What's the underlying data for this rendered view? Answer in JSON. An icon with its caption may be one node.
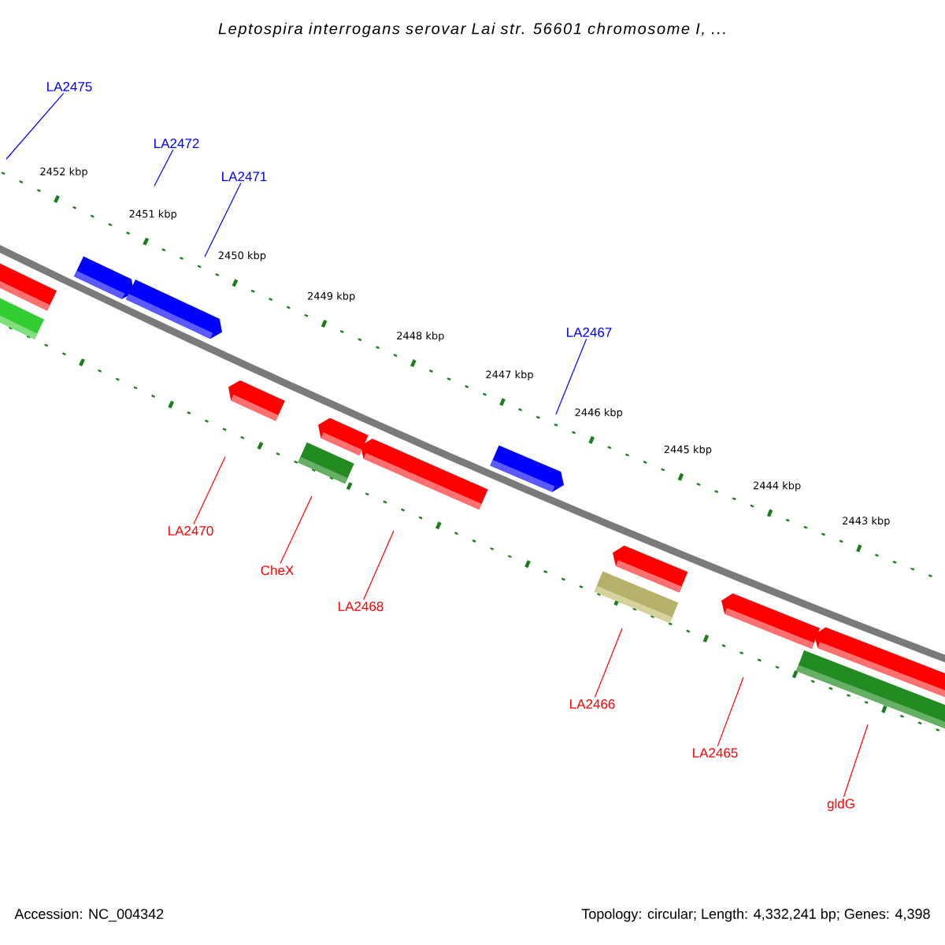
{
  "diagram": {
    "title": "Leptospira interrogans serovar Lai str. 56601 chromosome I, ...",
    "nodes": [
      {
        "text": [
          "LA2475"
        ]
      },
      {
        "text": [
          "LA2472"
        ]
      },
      {
        "text": [
          "LA2471"
        ]
      },
      {
        "text": [
          "LA2467"
        ]
      },
      {
        "text": [
          "LA2470"
        ]
      },
      {
        "text": [
          "CheX"
        ]
      },
      {
        "text": [
          "LA2468"
        ]
      },
      {
        "text": [
          "LA2466"
        ]
      },
      {
        "text": [
          "LA2465"
        ]
      },
      {
        "text": [
          "gldG"
        ]
      }
    ],
    "edges": [
      {
        "from": 0,
        "to": null,
        "arrow": "none",
        "color": "#0000ff"
      },
      {
        "from": 1,
        "to": null,
        "arrow": "none",
        "color": "#0000ff"
      },
      {
        "from": 2,
        "to": null,
        "arrow": "none",
        "color": "#0000ff"
      },
      {
        "from": 3,
        "to": null,
        "arrow": "none",
        "color": "#0000ff"
      },
      {
        "from": 4,
        "to": null,
        "arrow": "none"
      },
      {
        "from": 5,
        "to": null,
        "arrow": "none"
      },
      {
        "from": 6,
        "to": null,
        "arrow": "none"
      },
      {
        "from": 7,
        "to": null,
        "arrow": "none"
      },
      {
        "from": 8,
        "to": null,
        "arrow": "none"
      },
      {
        "from": 9,
        "to": null,
        "arrow": "none"
      }
    ],
    "labels": [
      "2452 kbp",
      "2451 kbp",
      "2450 kbp",
      "2449 kbp",
      "2448 kbp",
      "2447 kbp",
      "2446 kbp",
      "2445 kbp",
      "2444 kbp",
      "2443 kbp",
      "Accession: NC_004342",
      "Topology: circular; Length: 4,332,241 bp; Genes: 4,398"
    ]
  }
}
